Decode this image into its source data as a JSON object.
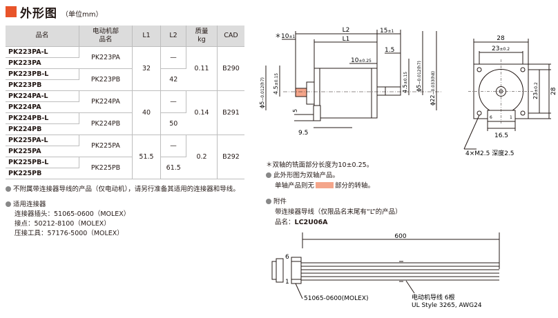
{
  "header": {
    "title": "外形图",
    "unit": "（单位mm）"
  },
  "table": {
    "headers": [
      "品名",
      "电动机部\n品名",
      "L1",
      "L2",
      "质量\nkg",
      "CAD"
    ],
    "groups": [
      {
        "motor": [
          [
            "PK223PA-L",
            "PK223PA"
          ],
          [
            "PK223PB-L",
            "PK223PB"
          ]
        ],
        "motorpart": [
          "PK223PA",
          "PK223PB"
        ],
        "l1": "32",
        "l2": [
          "—",
          "42"
        ],
        "mass": "0.11",
        "cad": "B290"
      },
      {
        "motor": [
          [
            "PK224PA-L",
            "PK224PA"
          ],
          [
            "PK224PB-L",
            "PK224PB"
          ]
        ],
        "motorpart": [
          "PK224PA",
          "PK224PB"
        ],
        "l1": "40",
        "l2": [
          "—",
          "50"
        ],
        "mass": "0.14",
        "cad": "B291"
      },
      {
        "motor": [
          [
            "PK225PA-L",
            "PK225PA"
          ],
          [
            "PK225PB-L",
            "PK225PB"
          ]
        ],
        "motorpart": [
          "PK225PA",
          "PK225PB"
        ],
        "l1": "51.5",
        "l2": [
          "—",
          "61.5"
        ],
        "mass": "0.2",
        "cad": "B292"
      }
    ]
  },
  "notes": {
    "note1": "不附属带连接器导线的产品（仅电动机），请另行准备其适用的连接器和导线。",
    "conn_title": "适用连接器",
    "conn_lines": [
      "连接器插头：51065-0600（MOLEX）",
      "接点：50212-8100（MOLEX）",
      "压接工具：57176-5000（MOLEX）"
    ]
  },
  "right_notes": {
    "star": "＊双轴的铣面部分长度为10±0.25。",
    "b1": "此外形图为双轴产品。",
    "b2a": "单轴产品则无",
    "b2b": "部分的转轴。",
    "acc_title": "附件",
    "acc1": "带连接器导线（仅限品名末尾有“L”的产品）",
    "acc2_label": "品名：",
    "acc2_value": "LC2U06A"
  },
  "drawing": {
    "L": "L2",
    "L1": "L1",
    "d15": "15",
    "d15tol": "±1",
    "d10": "＊10",
    "d10tol": "±1",
    "d1_5": "1.5",
    "d10b": "10",
    "d10btol": "±0.25",
    "d4_5": "4.5",
    "d4_5tol": "±0.15",
    "phi5": "ϕ5",
    "phi5tol": "−0.012(h7)",
    "phi22": "ϕ22",
    "phi22tol": "−0.033(h8)",
    "d5": "5",
    "d9_5": "9.5",
    "w28": "28",
    "w23": "23",
    "w23tol": "±0.2",
    "h23": "23",
    "h23tol": "±0.2",
    "h28": "28",
    "d16_5": "16.5",
    "pin6": "6",
    "pin1": "1",
    "hole": "4×M2.5 深度2.5",
    "cable_len": "600",
    "cable_pin6": "6",
    "cable_pin1": "1",
    "conn": "51065-0600(MOLEX)",
    "wire1": "电动机导线 6根",
    "wire2": "UL Style 3265, AWG24"
  }
}
